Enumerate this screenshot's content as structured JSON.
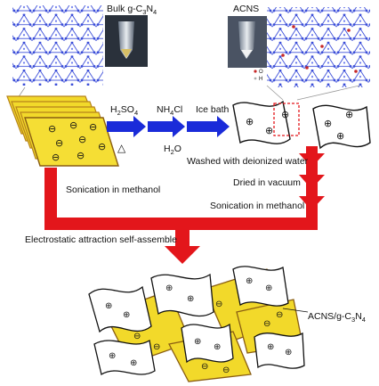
{
  "photos": {
    "bulk": {
      "label": "Bulk g-C",
      "sub1": "3",
      "mid": "N",
      "sub2": "4"
    },
    "acns": {
      "label": "ACNS"
    }
  },
  "legend_small": {
    "o": "O",
    "h": "H"
  },
  "steps": {
    "acid": {
      "main": "H",
      "sub1": "2",
      "rest": "SO",
      "sub2": "4",
      "below": "△"
    },
    "nh4cl": {
      "main": "NH",
      "sub1": "4",
      "rest": "Cl",
      "below_main": "H",
      "below_sub": "2",
      "below_rest": "O"
    },
    "ice": "Ice bath"
  },
  "right_steps": {
    "wash": "Washed with deionized water",
    "dry": "Dried in vacuum",
    "sonic": "Sonication in methanol"
  },
  "left_step": {
    "sonic": "Sonication in methanol"
  },
  "assemble": "Electrostatic attraction self-assemble",
  "product": {
    "main": "ACNS/g-C",
    "sub1": "3",
    "mid": "N",
    "sub2": "4"
  },
  "symbols": {
    "plus": "⊕",
    "minus": "⊖"
  },
  "colors": {
    "sheet_yellow": "#f2d92a",
    "sheet_edge": "#b7831b",
    "arrow_red": "#e3161b",
    "arrow_blue": "#1a2bd9",
    "lattice": "#3a4dd8"
  }
}
